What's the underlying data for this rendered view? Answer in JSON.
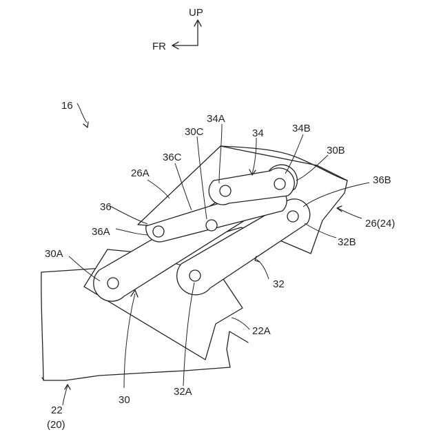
{
  "orientation": {
    "up": "UP",
    "front": "FR"
  },
  "labels": {
    "assembly": "16",
    "link_36_end_B": "36B",
    "body_22": "22",
    "body_20": "(20)",
    "front_link_30": "30",
    "link_32_end_A": "32A",
    "link_30_end_A": "30A",
    "link_36_end_A": "36A",
    "link_36": "36",
    "panel_26A": "26A",
    "link_36_mid_C": "36C",
    "link_30_mid_C": "30C",
    "link_34_end_A": "34A",
    "link_34": "34",
    "link_34_end_B": "34B",
    "link_30_end_B": "30B",
    "panel_26_24": "26(24)",
    "link_32_end_B": "32B",
    "rear_link_32": "32",
    "panel_22A": "22A"
  }
}
